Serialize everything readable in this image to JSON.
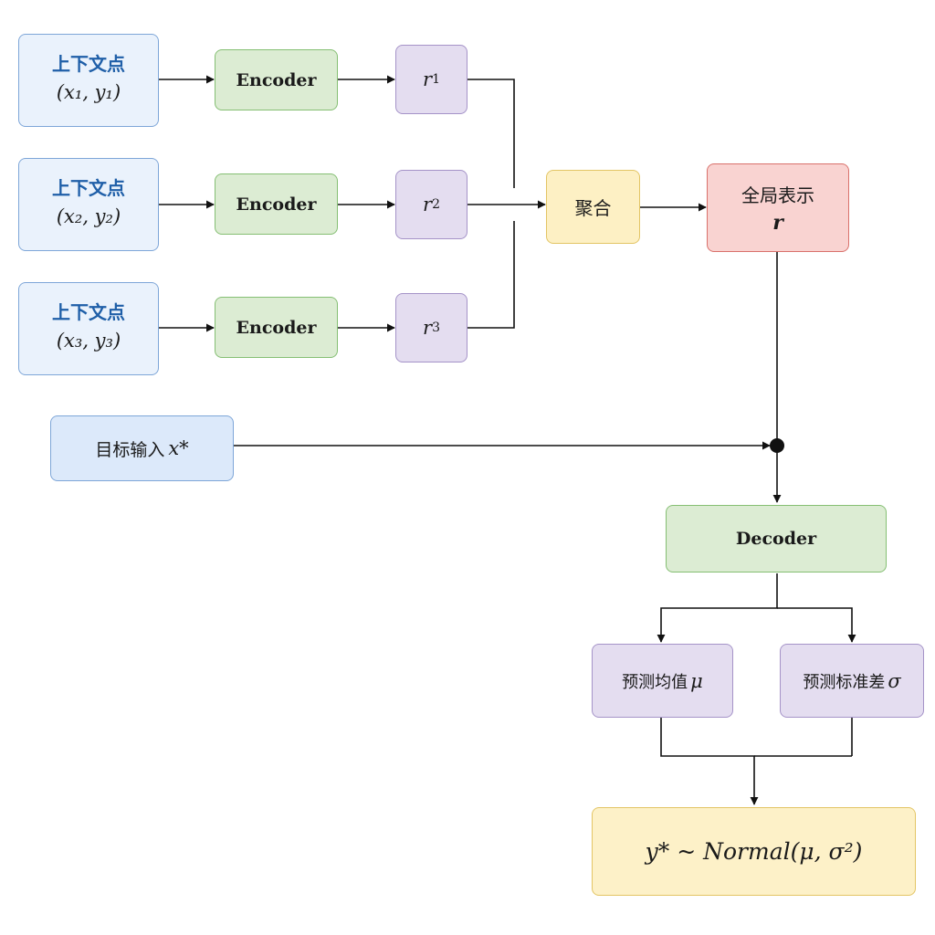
{
  "contexts": [
    {
      "label": "上下文点",
      "math": "(x₁, y₁)"
    },
    {
      "label": "上下文点",
      "math": "(x₂, y₂)"
    },
    {
      "label": "上下文点",
      "math": "(x₃, y₃)"
    }
  ],
  "encoders": [
    {
      "label": "Encoder"
    },
    {
      "label": "Encoder"
    },
    {
      "label": "Encoder"
    }
  ],
  "representations": [
    {
      "symbol": "r",
      "index": "1"
    },
    {
      "symbol": "r",
      "index": "2"
    },
    {
      "symbol": "r",
      "index": "3"
    }
  ],
  "aggregate": {
    "label": "聚合"
  },
  "global": {
    "label": "全局表示",
    "symbol": "r"
  },
  "target": {
    "label": "目标输入",
    "symbol": "x*"
  },
  "decoder": {
    "label": "Decoder"
  },
  "mean": {
    "label": "预测均值",
    "symbol": "μ"
  },
  "std": {
    "label": "预测标准差",
    "symbol": "σ"
  },
  "output": {
    "formula": "y* ~ Normal(μ, σ²)"
  },
  "colors": {
    "context_fill": "#eaf2fc",
    "context_border": "#7ea6d8",
    "encoder_fill": "#dcecd3",
    "encoder_border": "#85bf73",
    "repr_fill": "#e4ddf0",
    "repr_border": "#a593c8",
    "aggregate_fill": "#fdf0c4",
    "aggregate_border": "#e3c565",
    "global_fill": "#f9d3d1",
    "global_border": "#d9716b",
    "line": "#111111"
  }
}
